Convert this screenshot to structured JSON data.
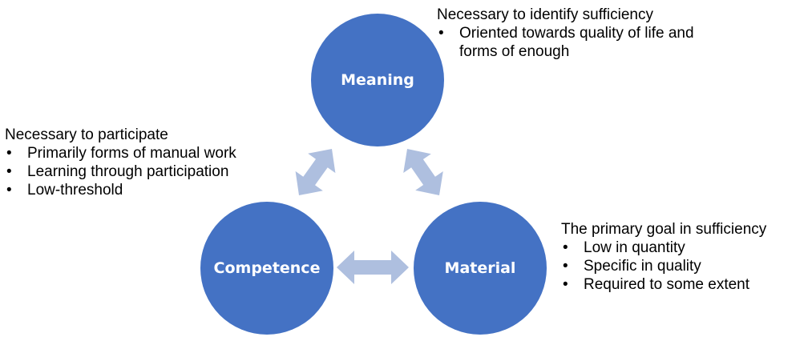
{
  "colors": {
    "circle_fill": "#4472c4",
    "circle_label": "#ffffff",
    "arrow_fill": "#aebfdf"
  },
  "nodes": {
    "meaning": {
      "label": "Meaning",
      "heading": "Necessary to identify sufficiency",
      "bullets": [
        "Oriented towards quality of life and forms of enough"
      ]
    },
    "competence": {
      "label": "Competence",
      "heading": "Necessary to participate",
      "bullets": [
        "Primarily forms of manual work",
        "Learning through participation",
        "Low-threshold"
      ]
    },
    "material": {
      "label": "Material",
      "heading": "The primary goal in sufficiency",
      "bullets": [
        "Low in quantity",
        "Specific in quality",
        "Required to some extent"
      ]
    }
  },
  "connections": [
    {
      "from": "meaning",
      "to": "competence",
      "type": "double-arrow"
    },
    {
      "from": "meaning",
      "to": "material",
      "type": "double-arrow"
    },
    {
      "from": "competence",
      "to": "material",
      "type": "double-arrow"
    }
  ]
}
